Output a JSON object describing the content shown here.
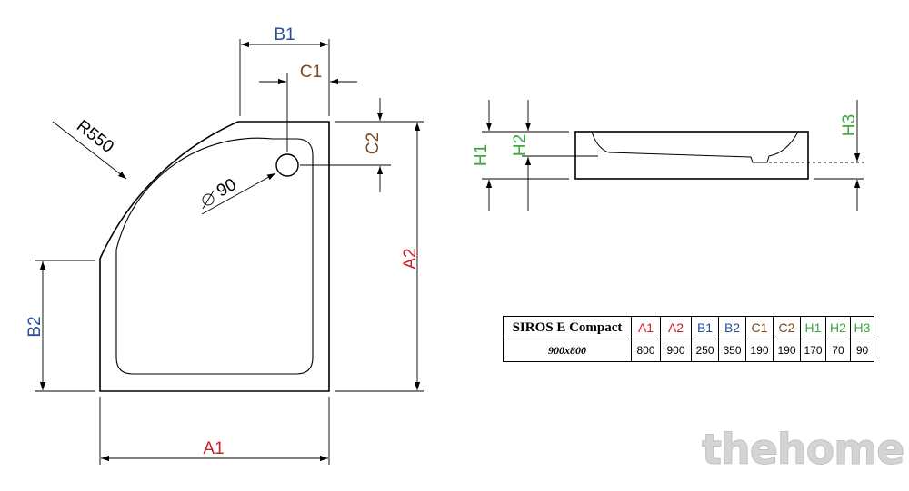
{
  "colors": {
    "a": "#c8202a",
    "b": "#2a4f9c",
    "c": "#7a4a1c",
    "h": "#3aa83a",
    "line": "#000000",
    "watermark": "#d4d4d4"
  },
  "labels": {
    "A1": "A1",
    "A2": "A2",
    "B1": "B1",
    "B2": "B2",
    "C1": "C1",
    "C2": "C2",
    "H1": "H1",
    "H2": "H2",
    "H3": "H3",
    "radius": "R550",
    "drain": "90"
  },
  "table": {
    "model": "SIROS E Compact",
    "size": "900x800",
    "headers": [
      {
        "text": "A1",
        "group": "a"
      },
      {
        "text": "A2",
        "group": "a"
      },
      {
        "text": "B1",
        "group": "b"
      },
      {
        "text": "B2",
        "group": "b"
      },
      {
        "text": "C1",
        "group": "c"
      },
      {
        "text": "C2",
        "group": "c"
      },
      {
        "text": "H1",
        "group": "h"
      },
      {
        "text": "H2",
        "group": "h"
      },
      {
        "text": "H3",
        "group": "h"
      }
    ],
    "values": [
      "800",
      "900",
      "250",
      "350",
      "190",
      "190",
      "170",
      "70",
      "90"
    ]
  },
  "watermark": "thehome"
}
